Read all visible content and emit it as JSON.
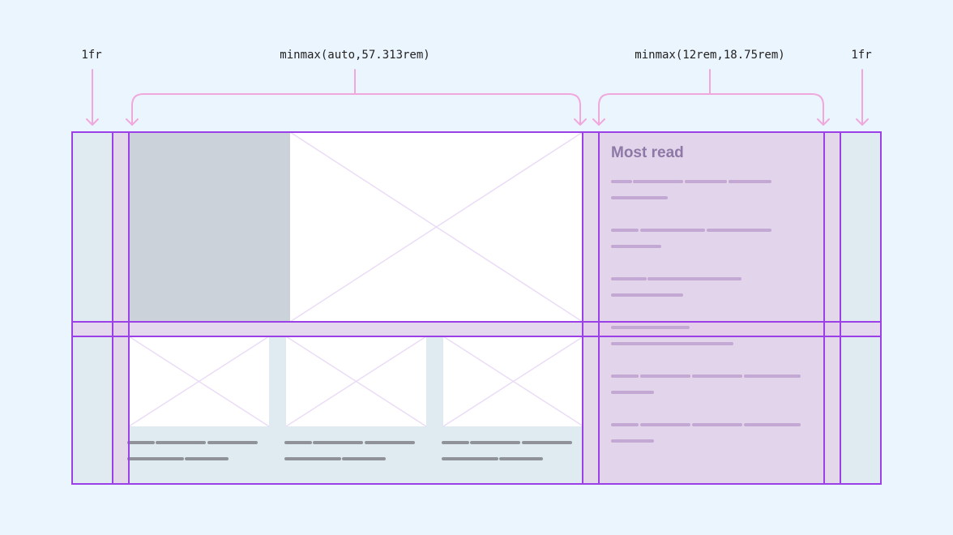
{
  "labels": {
    "col1": "1fr",
    "col2": "minmax(auto,57.313rem)",
    "col3": "minmax(12rem,18.75rem)",
    "col4": "1fr"
  },
  "sidebar": {
    "title": "Most read"
  },
  "colors": {
    "grid_line": "#9b3fe6",
    "arrow": "#f0a8dc",
    "outer_column": "#e0eaf1",
    "gutter": "#e2d8ea",
    "sidebar": "#e2d4ea",
    "hero_side": "#cbd2da",
    "placeholder_bar": "#8f9399",
    "sidebar_bar": "#c3a8d3"
  }
}
